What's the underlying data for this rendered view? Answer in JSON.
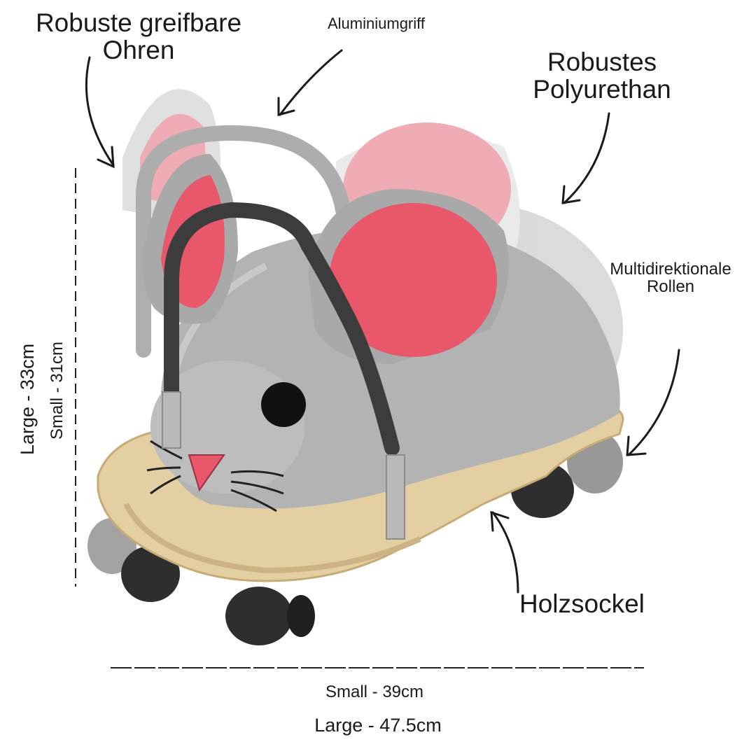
{
  "annotations": {
    "ears": [
      "Robuste greifbare",
      "Ohren"
    ],
    "handle": "Aluminiumgriff",
    "material": [
      "Robustes",
      "Polyurethan"
    ],
    "wheels": [
      "Multidirektionale",
      "Rollen"
    ],
    "base": "Holzsockel"
  },
  "dimensions": {
    "height_large": "Large - 33cm",
    "height_small": "Small - 31cm",
    "width_small": "Small - 39cm",
    "width_large": "Large - 47.5cm"
  },
  "colors": {
    "body_grey": "#b3b3b3",
    "ear_pink": "#e8576a",
    "ear_rim": "#a9a9a9",
    "handle_dark": "#3c3c3c",
    "wood": "#e3cfa2",
    "wheel": "#2e2e2e",
    "text": "#1a1a1a"
  },
  "icons": [
    "arrow-icon",
    "mouse-ride-on-icon"
  ]
}
